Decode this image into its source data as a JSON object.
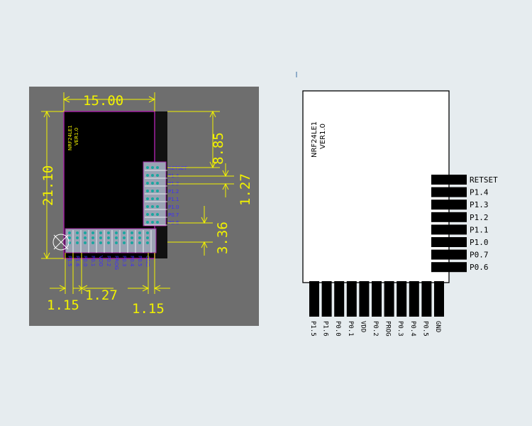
{
  "footprint": {
    "module_name": "NRF24LE1",
    "version": "VER1.0",
    "right_pins": [
      "RETSET",
      "P1.4",
      "P1.3",
      "P1.2",
      "P1.1",
      "P1.0",
      "P0.7",
      "P0.6"
    ],
    "bottom_pins": [
      "P1.5",
      "P1.6",
      "P0.0",
      "P0.1",
      "VDD",
      "P0.2",
      "PROG",
      "P0.3",
      "P0.4",
      "P0.5",
      "GND"
    ],
    "dimensions": {
      "width": "15.00",
      "height": "21.10",
      "top_offset": "8.85",
      "pitch_right": "1.27",
      "bottom_offset": "3.36",
      "left_offset": "1.15",
      "pitch_bottom": "1.27",
      "right_offset": "1.15"
    }
  },
  "schematic": {
    "module_name": "NRF24LE1",
    "version": "VER1.0",
    "right_pins": [
      "RETSET",
      "P1.4",
      "P1.3",
      "P1.2",
      "P1.1",
      "P1.0",
      "P0.7",
      "P0.6"
    ],
    "bottom_pins": [
      "P1.5",
      "P1.6",
      "P0.0",
      "P0.1",
      "VDD",
      "P0.2",
      "PROG",
      "P0.3",
      "P0.4",
      "P0.5",
      "GND"
    ]
  }
}
